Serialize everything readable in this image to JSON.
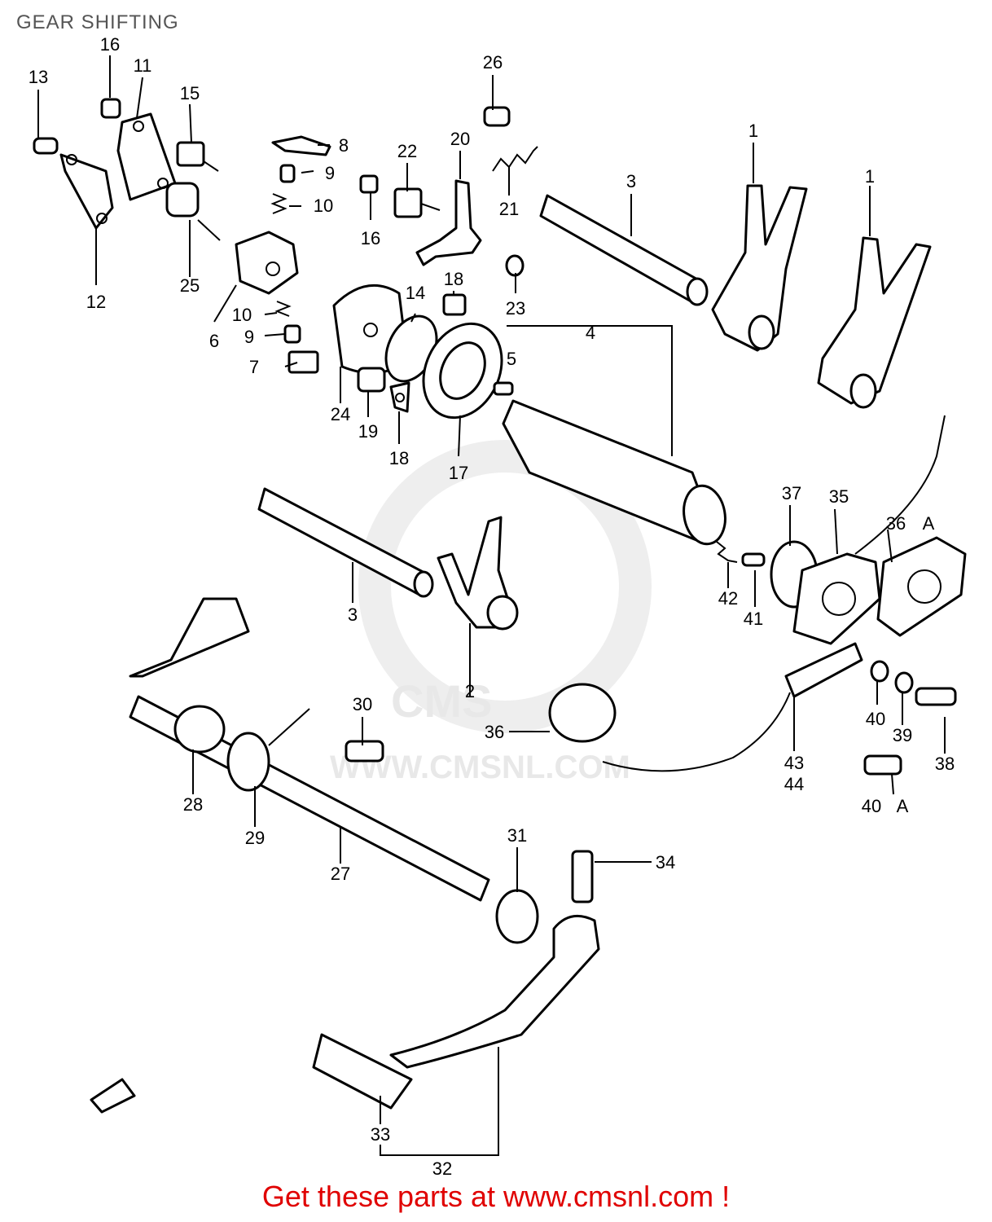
{
  "title": "GEAR SHIFTING",
  "watermark": {
    "brand": "CMS",
    "url": "WWW.CMSNL.COM"
  },
  "footer": "Get these parts at www.cmsnl.com !",
  "callouts": [
    "1",
    "1",
    "2",
    "3",
    "3",
    "4",
    "5",
    "6",
    "7",
    "8",
    "9",
    "9",
    "10",
    "10",
    "11",
    "12",
    "13",
    "14",
    "15",
    "16",
    "16",
    "17",
    "18",
    "18",
    "19",
    "20",
    "21",
    "22",
    "23",
    "24",
    "25",
    "26",
    "27",
    "28",
    "29",
    "30",
    "31",
    "32",
    "33",
    "34",
    "35",
    "36",
    "36",
    "37",
    "38",
    "39",
    "40",
    "40",
    "41",
    "42",
    "43",
    "44",
    "A",
    "A"
  ]
}
